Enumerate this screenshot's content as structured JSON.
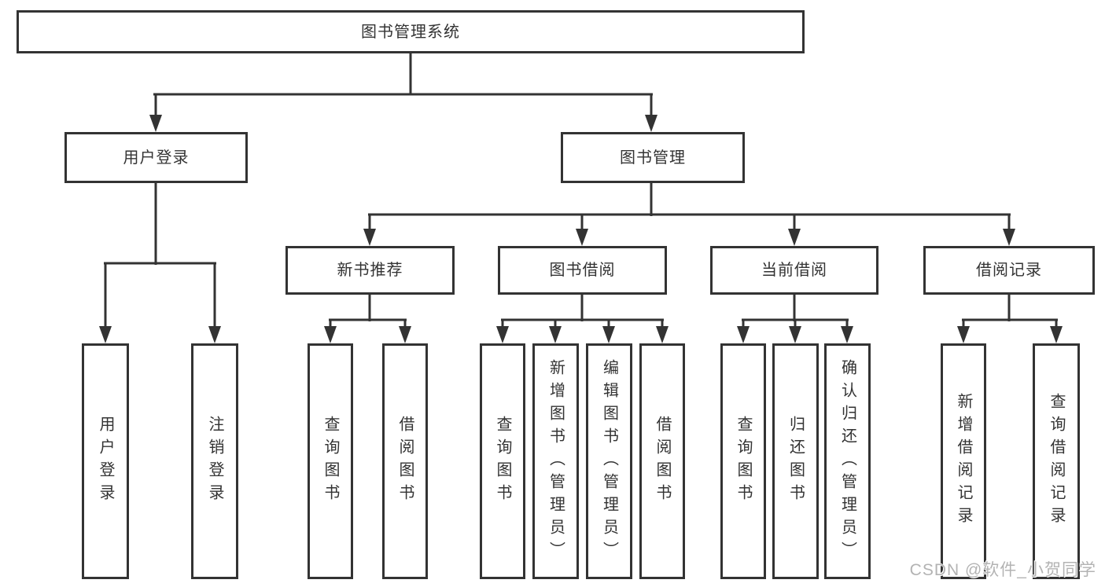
{
  "diagram": {
    "root_label": "图书管理系统",
    "level2": [
      {
        "label": "用户登录",
        "leaves": [
          "用户登录",
          "注销登录"
        ]
      },
      {
        "label": "图书管理",
        "groups": [
          {
            "label": "新书推荐",
            "leaves": [
              "查询图书",
              "借阅图书"
            ]
          },
          {
            "label": "图书借阅",
            "leaves": [
              "查询图书",
              "新增图书（管理员）",
              "编辑图书（管理员）",
              "借阅图书"
            ]
          },
          {
            "label": "当前借阅",
            "leaves": [
              "查询图书",
              "归还图书",
              "确认归还（管理员）"
            ]
          },
          {
            "label": "借阅记录",
            "leaves": [
              "新增借阅记录",
              "查询借阅记录"
            ]
          }
        ]
      }
    ]
  },
  "watermark": "CSDN @软件_小贺同学",
  "colors": {
    "line": "#333333",
    "text": "#333333",
    "background": "#ffffff",
    "watermark": "#b3b3b3"
  }
}
